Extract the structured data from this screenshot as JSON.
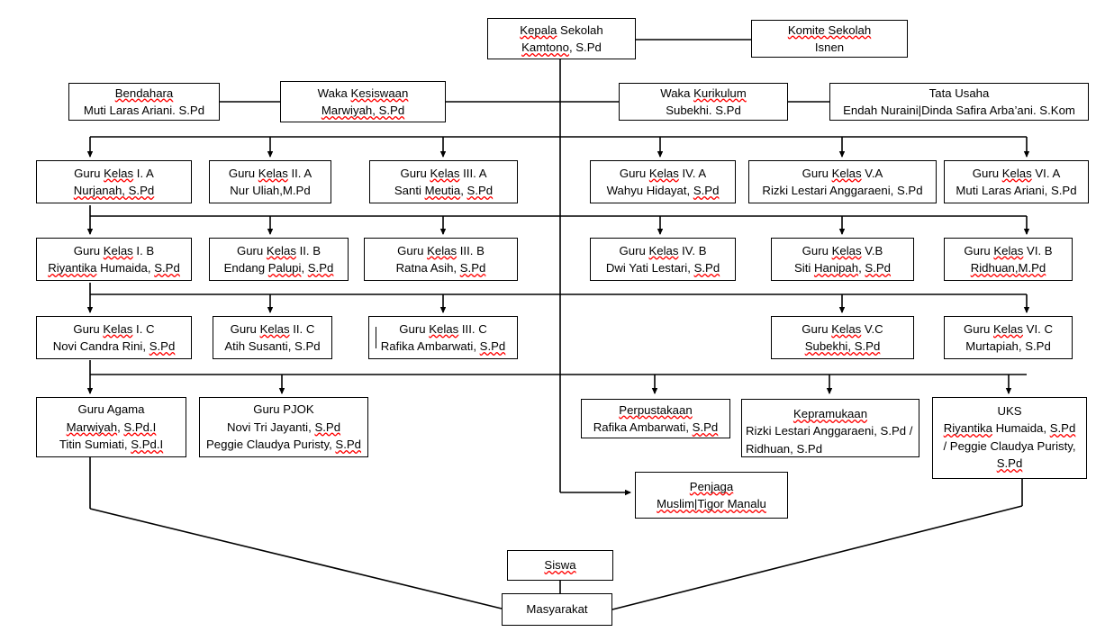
{
  "diagram": {
    "title": "Struktur Organisasi Sekolah",
    "line_color": "#000000",
    "box_border_color": "#000000",
    "spellcheck_underline_color": "#ff0000",
    "background": "#ffffff"
  },
  "nodes": {
    "kepala_sekolah": {
      "line1": "Kepala Sekolah",
      "line2": "Kamtono, S.Pd"
    },
    "komite_sekolah": {
      "line1": "Komite Sekolah",
      "line2": "Isnen"
    },
    "bendahara": {
      "line1": "Bendahara",
      "line2": "Muti Laras Ariani. S.Pd"
    },
    "waka_kesiswaan": {
      "line1": "Waka Kesiswaan",
      "line2": "Marwiyah, S.Pd"
    },
    "waka_kurikulum": {
      "line1": "Waka Kurikulum",
      "line2": "Subekhi. S.Pd"
    },
    "tata_usaha": {
      "line1": "Tata Usaha",
      "line2": "Endah Nuraini|Dinda Safira Arba’ani. S.Kom"
    },
    "guru_kelas_1a": {
      "line1": "Guru Kelas I. A",
      "line2": "Nurjanah, S.Pd"
    },
    "guru_kelas_2a": {
      "line1": "Guru Kelas II. A",
      "line2": "Nur Uliah,M.Pd"
    },
    "guru_kelas_3a": {
      "line1": "Guru Kelas III. A",
      "line2": "Santi Meutia, S.Pd"
    },
    "guru_kelas_4a": {
      "line1": "Guru Kelas IV. A",
      "line2": "Wahyu Hidayat, S.Pd"
    },
    "guru_kelas_5a": {
      "line1": "Guru Kelas V.A",
      "line2": "Rizki Lestari Anggaraeni, S.Pd"
    },
    "guru_kelas_6a": {
      "line1": "Guru Kelas VI. A",
      "line2": "Muti Laras Ariani, S.Pd"
    },
    "guru_kelas_1b": {
      "line1": "Guru Kelas I. B",
      "line2": "Riyantika Humaida, S.Pd"
    },
    "guru_kelas_2b": {
      "line1": "Guru Kelas II. B",
      "line2": "Endang Palupi, S.Pd"
    },
    "guru_kelas_3b": {
      "line1": "Guru Kelas III. B",
      "line2": "Ratna Asih, S.Pd"
    },
    "guru_kelas_4b": {
      "line1": "Guru Kelas IV. B",
      "line2": "Dwi Yati Lestari, S.Pd"
    },
    "guru_kelas_5b": {
      "line1": "Guru Kelas V.B",
      "line2": "Siti Hanipah, S.Pd"
    },
    "guru_kelas_6b": {
      "line1": "Guru Kelas VI. B",
      "line2": "Ridhuan,M.Pd"
    },
    "guru_kelas_1c": {
      "line1": "Guru Kelas I. C",
      "line2": "Novi Candra Rini, S.Pd"
    },
    "guru_kelas_2c": {
      "line1": "Guru Kelas II. C",
      "line2": "Atih Susanti, S.Pd"
    },
    "guru_kelas_3c": {
      "line1": "Guru Kelas III. C",
      "line2": "Rafika Ambarwati, S.Pd"
    },
    "guru_kelas_5c": {
      "line1": "Guru Kelas V.C",
      "line2": "Subekhi, S.Pd"
    },
    "guru_kelas_6c": {
      "line1": "Guru Kelas VI. C",
      "line2": "Murtapiah, S.Pd"
    },
    "guru_agama": {
      "line1": "Guru Agama",
      "line2": "Marwiyah, S.Pd.I",
      "line3": "Titin Sumiati, S.Pd.I"
    },
    "guru_pjok": {
      "line1": "Guru PJOK",
      "line2": "Novi Tri Jayanti, S.Pd",
      "line3": "Peggie Claudya Puristy, S.Pd"
    },
    "perpustakaan": {
      "line1": "Perpustakaan",
      "line2": "Rafika Ambarwati, S.Pd"
    },
    "kepramukaan": {
      "line1": "Kepramukaan",
      "line2": "Rizki Lestari Anggaraeni, S.Pd / Ridhuan, S.Pd"
    },
    "uks": {
      "line1": "UKS",
      "line2": "Riyantika Humaida, S.Pd / Peggie Claudya Puristy, S.Pd"
    },
    "penjaga": {
      "line1": "Penjaga",
      "line2": "Muslim|Tigor Manalu"
    },
    "siswa": {
      "line1": "Siswa"
    },
    "masyarakat": {
      "line1": "Masyarakat"
    }
  }
}
